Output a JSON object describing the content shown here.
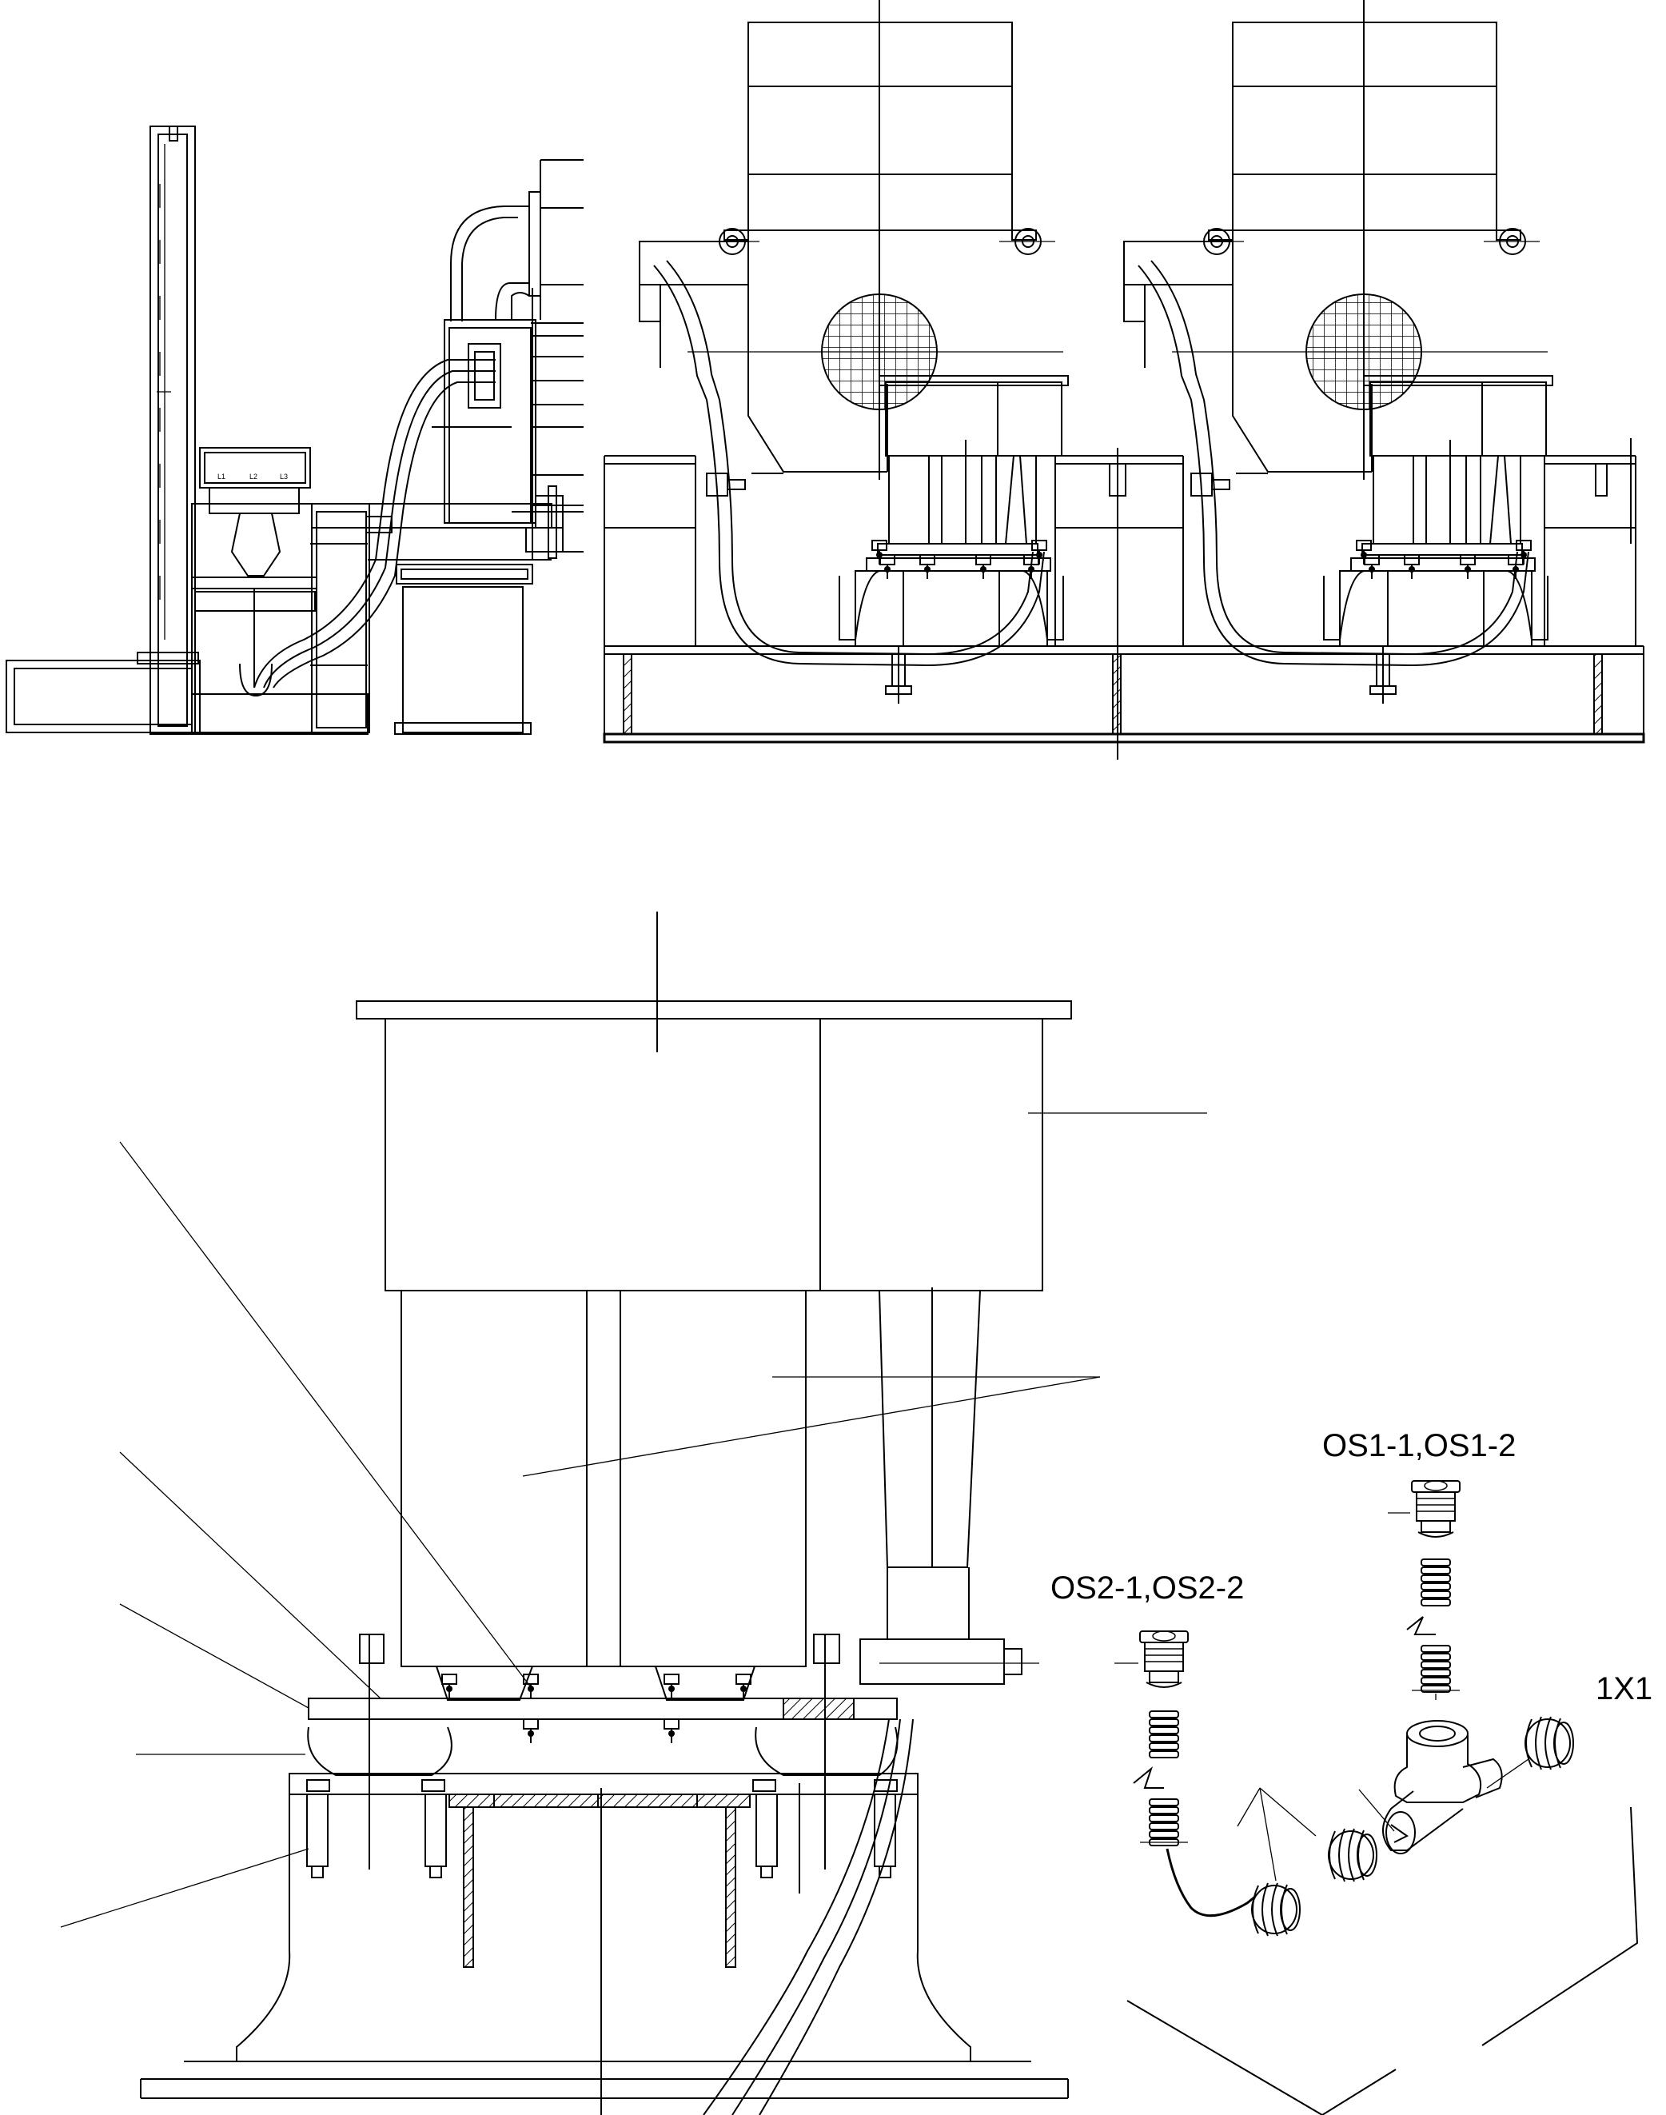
{
  "labels": {
    "os1": "OS1-1,OS1-2",
    "os2": "OS2-1,OS2-2",
    "x1": "1X1"
  },
  "terminals": [
    "L1",
    "L2",
    "L3"
  ]
}
